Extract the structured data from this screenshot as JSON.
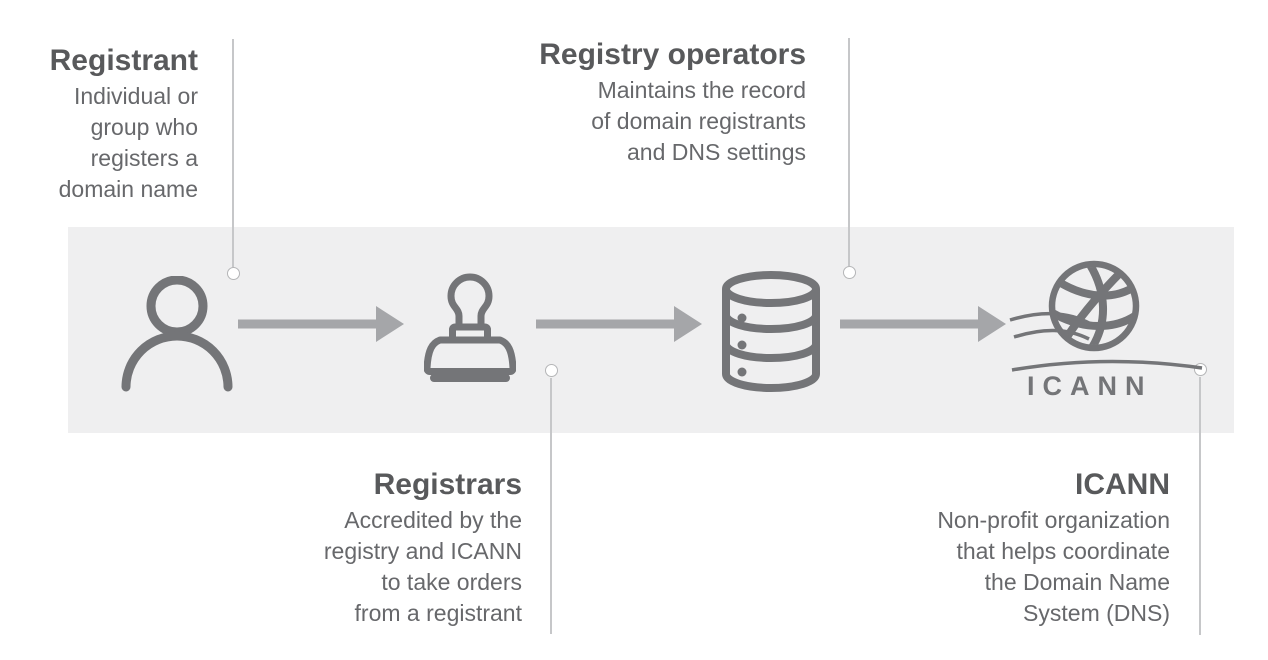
{
  "diagram": {
    "title_present": false,
    "nodes": [
      {
        "id": "registrant",
        "icon": "person",
        "heading": "Registrant",
        "description": "Individual or group who registers a domain name",
        "lines": [
          "Individual or",
          "group who",
          "registers a",
          "domain name"
        ],
        "label_position": "top-left"
      },
      {
        "id": "registrars",
        "icon": "rubber-stamp",
        "heading": "Registrars",
        "description": "Accredited by the registry and ICANN to take orders from a registrant",
        "lines": [
          "Accredited by the",
          "registry and ICANN",
          "to take orders",
          "from a registrant"
        ],
        "label_position": "bottom-center-left"
      },
      {
        "id": "registry-operators",
        "icon": "database",
        "heading": "Registry operators",
        "description": "Maintains the record of domain registrants and DNS settings",
        "lines": [
          "Maintains the record",
          "of domain registrants",
          "and DNS settings"
        ],
        "label_position": "top-center"
      },
      {
        "id": "icann",
        "icon": "icann-globe-logo",
        "heading": "ICANN",
        "description": "Non-profit organization that helps coordinate the Domain Name System (DNS)",
        "lines": [
          "Non-profit organization",
          "that helps coordinate",
          "the Domain Name",
          "System (DNS)"
        ],
        "label_position": "bottom-right"
      }
    ],
    "flow_sequence": [
      "Registrant",
      "Registrars",
      "Registry operators",
      "ICANN"
    ],
    "arrow_count": 3,
    "logo_text": "ICANN"
  },
  "colors": {
    "bg": "#ffffff",
    "band": "#efeff0",
    "icon": "#747578",
    "arrow": "#a5a6a9",
    "heading": "#58595b",
    "body": "#67686b",
    "leader": "#c6c7c9"
  }
}
